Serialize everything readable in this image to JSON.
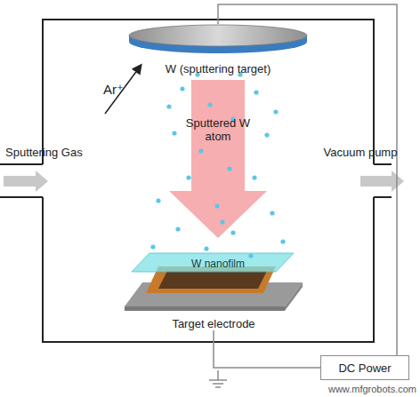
{
  "diagram": {
    "nodes": [
      {
        "text": [
          "W (sputtering target)"
        ]
      },
      {
        "text": [
          "W nanofilm"
        ]
      },
      {
        "text": [
          "Target electrode"
        ]
      },
      {
        "text": [
          "DC Power"
        ]
      }
    ],
    "edges": [
      {
        "from": 3,
        "to": 0,
        "arrow": "none"
      },
      {
        "from": 3,
        "to": 2,
        "arrow": "none"
      }
    ],
    "labels": [
      "Ar⁺",
      "Sputtered W atom",
      "Sputtering Gas",
      "Vacuum pump",
      "www.mfgrobots.com"
    ]
  }
}
